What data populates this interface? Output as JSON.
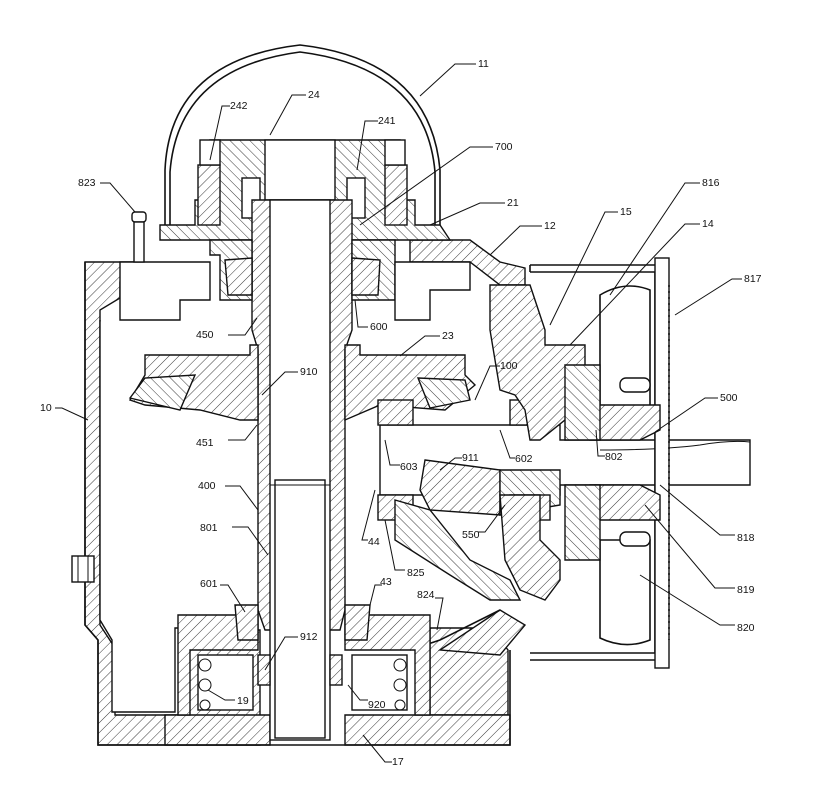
{
  "labels": {
    "l11": "11",
    "l24": "24",
    "l242": "242",
    "l241": "241",
    "l700": "700",
    "l823": "823",
    "l21": "21",
    "l15": "15",
    "l816": "816",
    "l14": "14",
    "l12": "12",
    "l817": "817",
    "l450": "450",
    "l600": "600",
    "l23": "23",
    "l100": "100",
    "l10": "10",
    "l910": "910",
    "l500": "500",
    "l451": "451",
    "l603": "603",
    "l911": "911",
    "l602": "602",
    "l802": "802",
    "l400": "400",
    "l818": "818",
    "l550": "550",
    "l801": "801",
    "l44": "44",
    "l825": "825",
    "l601": "601",
    "l43": "43",
    "l824": "824",
    "l819": "819",
    "l820": "820",
    "l912": "912",
    "l19": "19",
    "l920": "920",
    "l17": "17"
  }
}
